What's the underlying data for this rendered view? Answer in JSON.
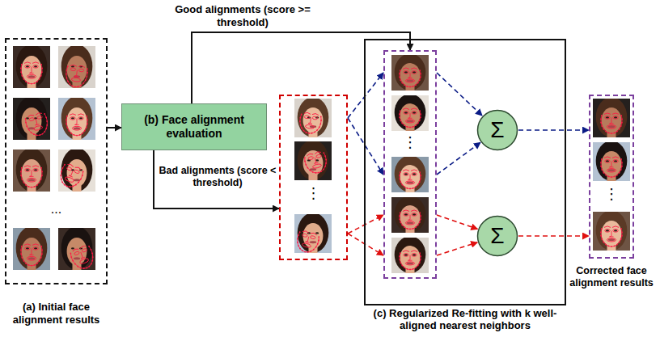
{
  "diagram": {
    "nodes": [
      {
        "text": [
          "...",
          "(a) Initial face alignment results"
        ]
      },
      {
        "text": [
          "(b) Face alignment evaluation"
        ]
      },
      {
        "text": [
          "⋮"
        ]
      },
      {
        "text": [
          "(c) Regularized Re-fitting with k well-aligned nearest neighbors"
        ]
      },
      {
        "text": [
          "⋮"
        ],
        "in": 3
      },
      {
        "text": [
          "Σ"
        ],
        "in": 3
      },
      {
        "text": [
          "Σ"
        ],
        "in": 3
      },
      {
        "text": [
          "⋮",
          "Corrected face alignment results"
        ]
      }
    ],
    "edges": [
      {
        "from": 0,
        "to": 1,
        "arrow": "to"
      },
      {
        "from": 1,
        "to": 4,
        "label": "Good alignments (score >= threshold)",
        "arrow": "to"
      },
      {
        "from": 1,
        "to": 2,
        "label": "Bad alignments (score < threshold)",
        "arrow": "to"
      },
      {
        "from": 2,
        "to": 4,
        "arrow": "to"
      },
      {
        "from": 2,
        "to": 4,
        "arrow": "to"
      },
      {
        "from": 2,
        "to": 4,
        "arrow": "to"
      },
      {
        "from": 2,
        "to": 4,
        "arrow": "to"
      },
      {
        "from": 4,
        "to": 5,
        "arrow": "to"
      },
      {
        "from": 4,
        "to": 5,
        "arrow": "to"
      },
      {
        "from": 4,
        "to": 6,
        "arrow": "to"
      },
      {
        "from": 4,
        "to": 6,
        "arrow": "to"
      },
      {
        "from": 5,
        "to": 7,
        "arrow": "to"
      },
      {
        "from": 6,
        "to": 7,
        "arrow": "to"
      }
    ]
  }
}
